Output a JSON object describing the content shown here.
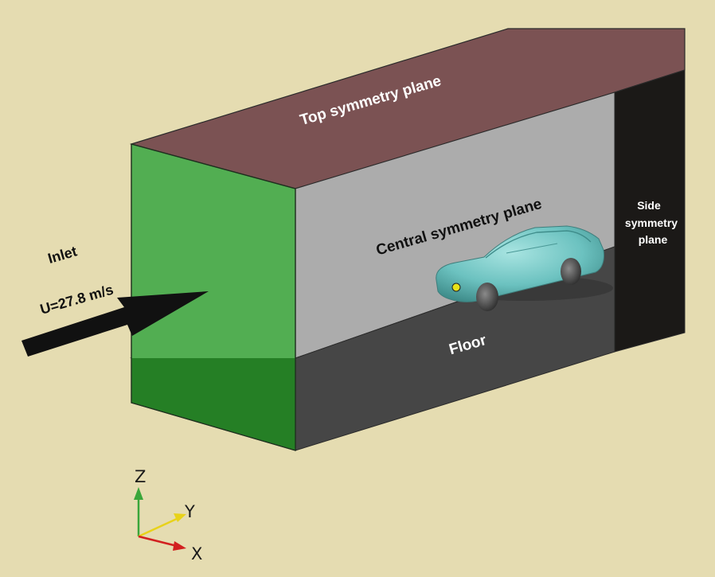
{
  "labels": {
    "top": "Top symmetry plane",
    "central": "Central symmetry plane",
    "side_line1": "Side",
    "side_line2": "symmetry",
    "side_line3": "plane",
    "floor": "Floor",
    "inlet": "Inlet",
    "velocity": "U=27.8 m/s"
  },
  "axes": {
    "z": "Z",
    "y": "Y",
    "x": "X"
  },
  "colors": {
    "background": "#e5dcb1",
    "top_plane": "#7b5253",
    "central_plane": "#acacac",
    "side_plane": "#1b1917",
    "floor": "#464646",
    "inlet": "#52ae52",
    "inlet_lower": "#257f25",
    "car": "#6cc2c0",
    "arrow": "#111111",
    "axis_z": "#3aa63a",
    "axis_y": "#e8d21a",
    "axis_x": "#d22020"
  }
}
